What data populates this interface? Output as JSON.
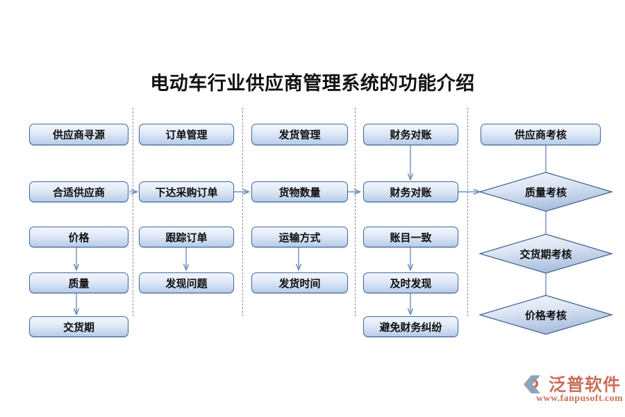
{
  "title": "电动车行业供应商管理系统的功能介绍",
  "colors": {
    "box_border": "#41699c",
    "box_fill_top": "#f2f6fc",
    "box_fill_bottom": "#b6cbe8",
    "diamond_border": "#3d5f8f",
    "connector": "#6f8fbd",
    "divider": "#8a8a8a",
    "title_text": "#111111",
    "logo": "#c9705c"
  },
  "columns": [
    {
      "id": "col-supplier-sourcing",
      "header": "供应商寻源",
      "nodes": [
        {
          "label": "合适供应商",
          "shape": "box"
        },
        {
          "label": "价格",
          "shape": "box"
        },
        {
          "label": "质量",
          "shape": "box"
        },
        {
          "label": "交货期",
          "shape": "box"
        }
      ]
    },
    {
      "id": "col-order-management",
      "header": "订单管理",
      "nodes": [
        {
          "label": "下达采购订单",
          "shape": "box"
        },
        {
          "label": "跟踪订单",
          "shape": "box"
        },
        {
          "label": "发现问题",
          "shape": "box"
        }
      ]
    },
    {
      "id": "col-shipping-management",
      "header": "发货管理",
      "nodes": [
        {
          "label": "货物数量",
          "shape": "box"
        },
        {
          "label": "运输方式",
          "shape": "box"
        },
        {
          "label": "发货时间",
          "shape": "box"
        }
      ]
    },
    {
      "id": "col-financial-reconciliation",
      "header": "财务对账",
      "nodes": [
        {
          "label": "财务对账",
          "shape": "box"
        },
        {
          "label": "账目一致",
          "shape": "box"
        },
        {
          "label": "及时发现",
          "shape": "box"
        },
        {
          "label": "避免财务纠纷",
          "shape": "box"
        }
      ]
    },
    {
      "id": "col-supplier-assessment",
      "header": "供应商考核",
      "nodes": [
        {
          "label": "质量考核",
          "shape": "diamond"
        },
        {
          "label": "交货期考核",
          "shape": "diamond"
        },
        {
          "label": "价格考核",
          "shape": "diamond"
        }
      ]
    }
  ],
  "logo": {
    "name": "泛普软件",
    "url": "www.fanpusoft.com"
  }
}
